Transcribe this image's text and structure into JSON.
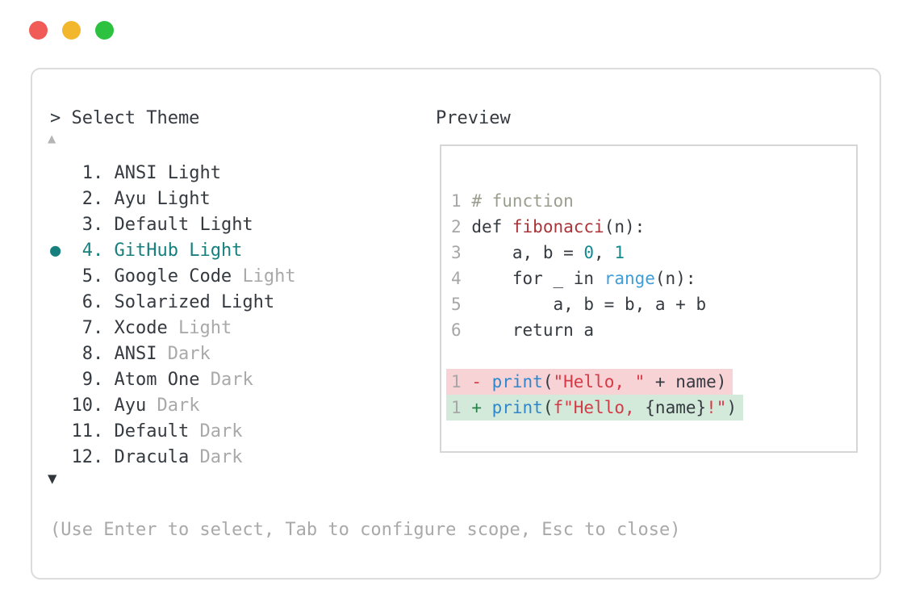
{
  "window_controls": {
    "buttons": [
      {
        "name": "close",
        "color": "#F15B57"
      },
      {
        "name": "minimize",
        "color": "#F3B72E"
      },
      {
        "name": "maximize",
        "color": "#2CC13E"
      }
    ]
  },
  "theme_picker": {
    "prompt": "> Select Theme",
    "scroll_up_indicator": "▲",
    "scroll_down_indicator": "▼",
    "selected_bullet": "●",
    "items": [
      {
        "num": " 1.",
        "name": "ANSI",
        "variant": "Light",
        "muted_variant": false,
        "selected": false
      },
      {
        "num": " 2.",
        "name": "Ayu",
        "variant": "Light",
        "muted_variant": false,
        "selected": false
      },
      {
        "num": " 3.",
        "name": "Default",
        "variant": "Light",
        "muted_variant": false,
        "selected": false
      },
      {
        "num": " 4.",
        "name": "GitHub",
        "variant": "Light",
        "muted_variant": false,
        "selected": true
      },
      {
        "num": " 5.",
        "name": "Google Code",
        "variant": "Light",
        "muted_variant": true,
        "selected": false
      },
      {
        "num": " 6.",
        "name": "Solarized",
        "variant": "Light",
        "muted_variant": false,
        "selected": false
      },
      {
        "num": " 7.",
        "name": "Xcode",
        "variant": "Light",
        "muted_variant": true,
        "selected": false
      },
      {
        "num": " 8.",
        "name": "ANSI",
        "variant": "Dark",
        "muted_variant": true,
        "selected": false
      },
      {
        "num": " 9.",
        "name": "Atom One",
        "variant": "Dark",
        "muted_variant": true,
        "selected": false
      },
      {
        "num": "10.",
        "name": "Ayu",
        "variant": "Dark",
        "muted_variant": true,
        "selected": false
      },
      {
        "num": "11.",
        "name": "Default",
        "variant": "Dark",
        "muted_variant": true,
        "selected": false
      },
      {
        "num": "12.",
        "name": "Dracula",
        "variant": "Dark",
        "muted_variant": true,
        "selected": false
      }
    ],
    "help": "(Use Enter to select, Tab to configure scope, Esc to close)"
  },
  "preview": {
    "label": "Preview",
    "code_lines": [
      {
        "num": "1",
        "tokens": [
          {
            "t": "# function",
            "c": "comment"
          }
        ]
      },
      {
        "num": "2",
        "tokens": [
          {
            "t": "def ",
            "c": "plain"
          },
          {
            "t": "fibonacci",
            "c": "func"
          },
          {
            "t": "(n):",
            "c": "plain"
          }
        ]
      },
      {
        "num": "3",
        "tokens": [
          {
            "t": "    a, b = ",
            "c": "plain"
          },
          {
            "t": "0",
            "c": "number"
          },
          {
            "t": ", ",
            "c": "plain"
          },
          {
            "t": "1",
            "c": "number"
          }
        ]
      },
      {
        "num": "4",
        "tokens": [
          {
            "t": "    for _ in ",
            "c": "plain"
          },
          {
            "t": "range",
            "c": "builtin"
          },
          {
            "t": "(n):",
            "c": "plain"
          }
        ]
      },
      {
        "num": "5",
        "tokens": [
          {
            "t": "        a, b = b, a + b",
            "c": "plain"
          }
        ]
      },
      {
        "num": "6",
        "tokens": [
          {
            "t": "    return a",
            "c": "plain"
          }
        ]
      }
    ],
    "diff_lines": [
      {
        "kind": "removed",
        "num": "1",
        "tokens": [
          {
            "t": "- ",
            "c": "minus"
          },
          {
            "t": "print",
            "c": "call"
          },
          {
            "t": "(",
            "c": "plain"
          },
          {
            "t": "\"Hello, \"",
            "c": "string"
          },
          {
            "t": " + name)",
            "c": "plain"
          }
        ]
      },
      {
        "kind": "added",
        "num": "1",
        "tokens": [
          {
            "t": "+ ",
            "c": "plus"
          },
          {
            "t": "print",
            "c": "call"
          },
          {
            "t": "(",
            "c": "plain"
          },
          {
            "t": "f\"Hello, ",
            "c": "string"
          },
          {
            "t": "{name}",
            "c": "plain"
          },
          {
            "t": "!\"",
            "c": "string"
          },
          {
            "t": ")",
            "c": "plain"
          }
        ]
      }
    ]
  },
  "colors": {
    "accent_teal": "#17807E",
    "text_dark": "#343A40",
    "text_muted": "#A9A9A9",
    "comment": "#9A9E8E",
    "function_name": "#AA3439",
    "number_literal": "#158A8C",
    "builtin_blue": "#3F9EDA",
    "print_blue": "#2F87CB",
    "string_red": "#D63A46",
    "diff_removed_bg": "#F7D3D6",
    "diff_added_bg": "#D3E9DA",
    "diff_minus": "#D23F44",
    "diff_plus": "#258247",
    "window_border": "#DCDCDC",
    "preview_border": "#D6D6D6"
  }
}
